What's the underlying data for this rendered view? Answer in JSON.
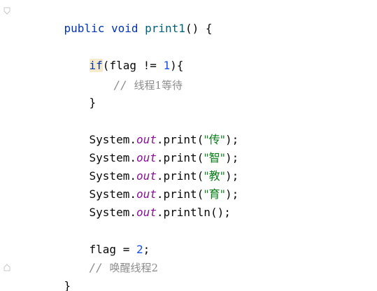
{
  "code": {
    "line1": {
      "kw_public": "public",
      "kw_void": "void",
      "method_name": "print1",
      "rest": "() {"
    },
    "line2": {
      "kw_if": "if",
      "open": "(",
      "var": "flag",
      "op": " != ",
      "num": "1",
      "close": "){"
    },
    "line3": {
      "comment_slashes": "// ",
      "comment_text": "线程1等待"
    },
    "line4": {
      "brace": "}"
    },
    "print_lines": [
      {
        "system": "System.",
        "out": "out",
        "call": ".print(",
        "arg": "\"传\"",
        "end": ");"
      },
      {
        "system": "System.",
        "out": "out",
        "call": ".print(",
        "arg": "\"智\"",
        "end": ");"
      },
      {
        "system": "System.",
        "out": "out",
        "call": ".print(",
        "arg": "\"教\"",
        "end": ");"
      },
      {
        "system": "System.",
        "out": "out",
        "call": ".print(",
        "arg": "\"育\"",
        "end": ");"
      }
    ],
    "println_line": {
      "system": "System.",
      "out": "out",
      "call": ".println();"
    },
    "assign_line": {
      "var": "flag",
      "op": " = ",
      "num": "2",
      "end": ";"
    },
    "wake_comment": {
      "comment_slashes": "// ",
      "comment_text": "唤醒线程2"
    },
    "close_brace": "}"
  },
  "colors": {
    "keyword": "#0033b3",
    "method": "#00627a",
    "number": "#1750eb",
    "string": "#067d17",
    "field": "#871094",
    "comment": "#8c8c8c",
    "if_highlight": "#f5eacb"
  }
}
